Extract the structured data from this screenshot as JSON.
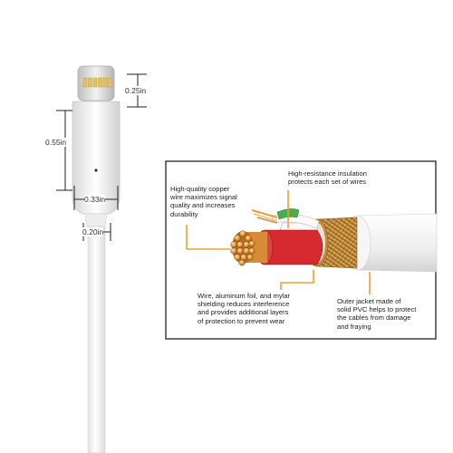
{
  "dimensions": {
    "head_length": "0.25in",
    "connector_length": "0.55in",
    "connector_width": "0.33in",
    "cable_width": "0.20in"
  },
  "callouts": {
    "copper": "High-quality copper\nwire maximizes signal\nquality and increases\ndurability",
    "insulation": "High-resistance insulation\nprotects each set of wires",
    "shielding": "Wire, aluminum foil, and mylar\nshielding reduces interference\nand provides additional layers\nof protection to prevent wear",
    "jacket": "Outer jacket made of\nsolid PVC helps to protect\nthe cables from damage\nand fraying"
  },
  "colors": {
    "callout_line": "#f0a030",
    "dimension_line": "#222222",
    "copper": "#e3953f",
    "red_insulation": "#d9252c",
    "braid": "#c9963e",
    "cable": "#f4f4f4"
  }
}
